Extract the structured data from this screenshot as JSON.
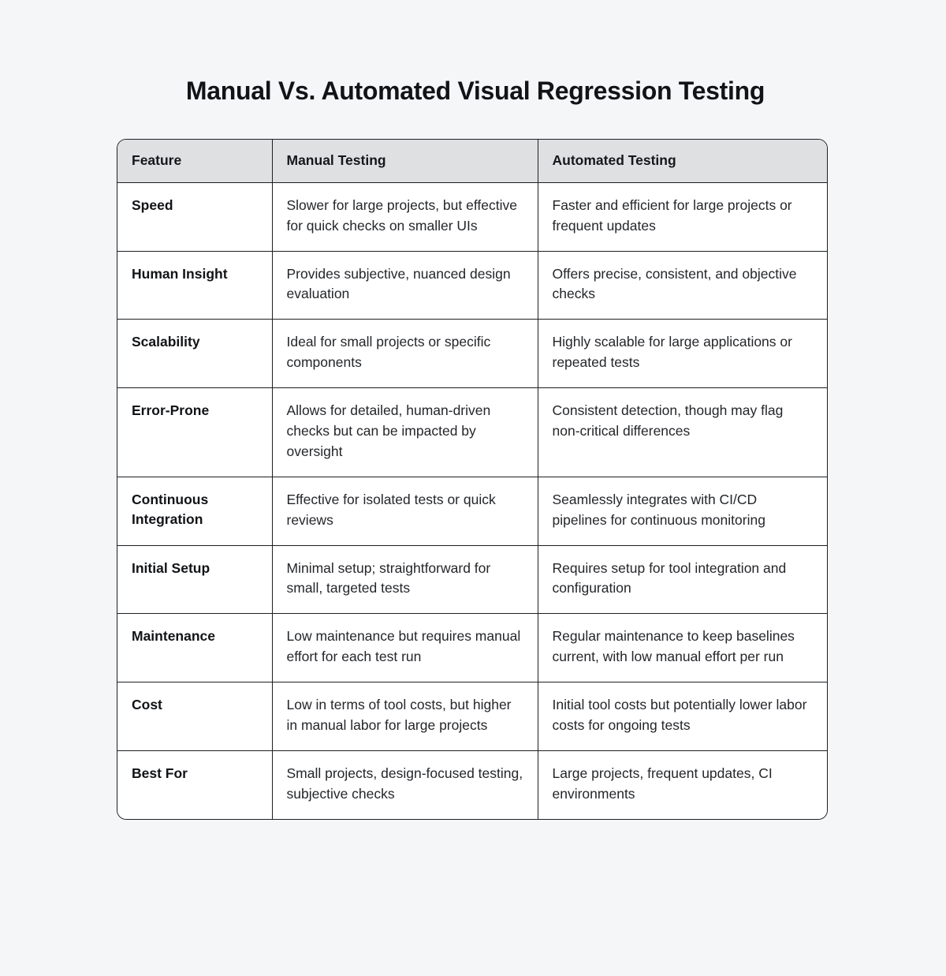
{
  "page": {
    "title": "Manual Vs. Automated Visual Regression Testing",
    "background_color": "#f4f6f8",
    "accent_color": "#dee0e2",
    "border_color": "#1d1f22",
    "text_color": "#24262a"
  },
  "table": {
    "headers": [
      "Feature",
      "Manual Testing",
      "Automated Testing"
    ],
    "rows": [
      {
        "feature": "Speed",
        "manual": "Slower for large projects, but effective for quick checks on smaller UIs",
        "automated": "Faster and efficient for large projects or frequent updates"
      },
      {
        "feature": "Human Insight",
        "manual": "Provides subjective, nuanced design evaluation",
        "automated": "Offers precise, consistent, and objective checks"
      },
      {
        "feature": "Scalability",
        "manual": "Ideal for small projects or specific components",
        "automated": "Highly scalable for large applications or repeated tests"
      },
      {
        "feature": "Error-Prone",
        "manual": "Allows for detailed, human-driven checks but can be impacted by oversight",
        "automated": "Consistent detection, though may flag non-critical differences"
      },
      {
        "feature": "Continuous Integration",
        "manual": "Effective for isolated tests or quick reviews",
        "automated": "Seamlessly integrates with CI/CD pipelines for continuous monitoring"
      },
      {
        "feature": "Initial Setup",
        "manual": "Minimal setup; straightforward for small, targeted tests",
        "automated": "Requires setup for tool integration and configuration"
      },
      {
        "feature": "Maintenance",
        "manual": "Low maintenance but requires manual effort for each test run",
        "automated": "Regular maintenance to keep baselines current, with low manual effort per run"
      },
      {
        "feature": "Cost",
        "manual": "Low in terms of tool costs, but higher in manual labor for large projects",
        "automated": "Initial tool costs but potentially lower labor costs for ongoing tests"
      },
      {
        "feature": "Best For",
        "manual": "Small projects, design-focused testing, subjective checks",
        "automated": "Large projects, frequent updates, CI environments"
      }
    ]
  }
}
